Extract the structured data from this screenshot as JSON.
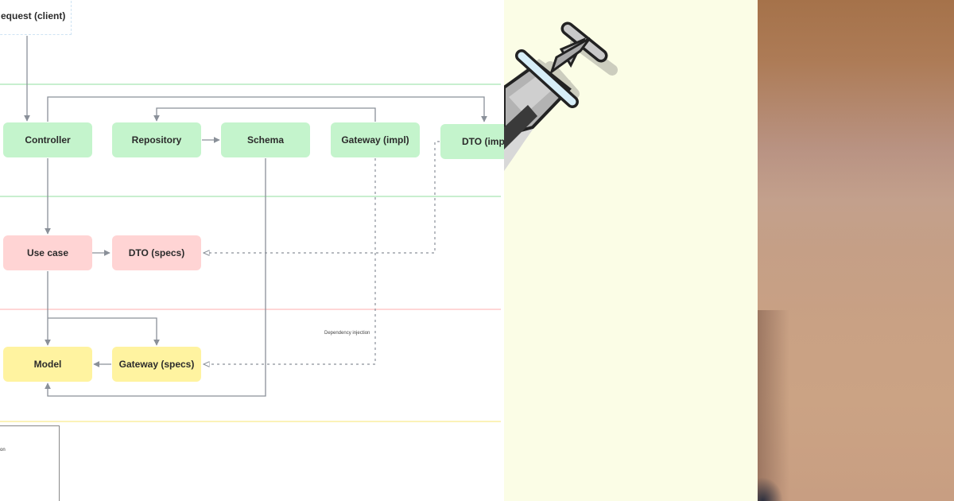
{
  "diagram": {
    "nodes": {
      "request": "equest (client)",
      "controller": "Controller",
      "repository": "Repository",
      "schema": "Schema",
      "gateway_impl": "Gateway (impl)",
      "dto_impl": "DTO (imp",
      "use_case": "Use case",
      "dto_specs": "DTO (specs)",
      "model": "Model",
      "gateway_specs": "Gateway (specs)"
    },
    "annotation": "Dependency injection",
    "legend": {
      "label_fragment": "on"
    },
    "colors": {
      "infrastructure_layer": "#c4f4cc",
      "application_layer": "#ffd4d4",
      "domain_layer": "#fff3a0",
      "arrow": "#8a9099"
    }
  },
  "illustration": {
    "icon": "syringe-icon",
    "background": "#fbfde6"
  },
  "photo": {
    "description_icon": "blurred-photo"
  }
}
